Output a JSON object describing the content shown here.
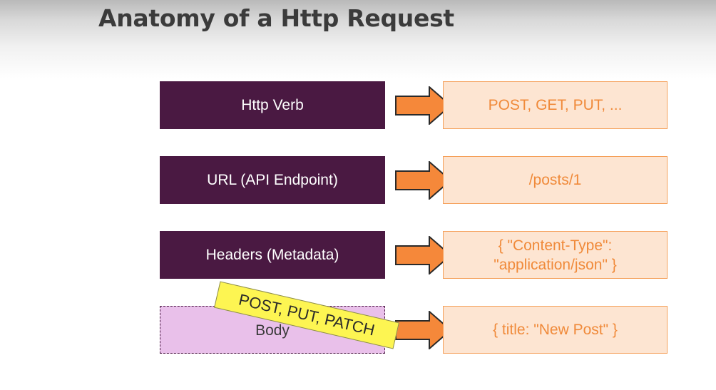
{
  "slide": {
    "title": "Anatomy of a Http Request"
  },
  "rows": [
    {
      "label": "Http Verb",
      "value": "POST, GET, PUT, ..."
    },
    {
      "label": "URL (API Endpoint)",
      "value": "/posts/1"
    },
    {
      "label": "Headers (Metadata)",
      "value_lines": [
        "{ \"Content-Type\":",
        "\"application/json\" }"
      ]
    },
    {
      "label": "Body",
      "value": "{ title: \"New Post\" }"
    }
  ],
  "body_note": "POST, PUT, PATCH",
  "colors": {
    "purple_box": "#4a1942",
    "body_box": "#e9c0ea",
    "value_box_fill": "#fde5d2",
    "value_box_border": "#f5a05a",
    "value_text": "#f08a3a",
    "arrow_fill": "#f5883a",
    "arrow_stroke": "#2a2a2a",
    "sticky_note": "#fdf552"
  },
  "icons": {
    "arrow": "right-arrow-icon"
  }
}
